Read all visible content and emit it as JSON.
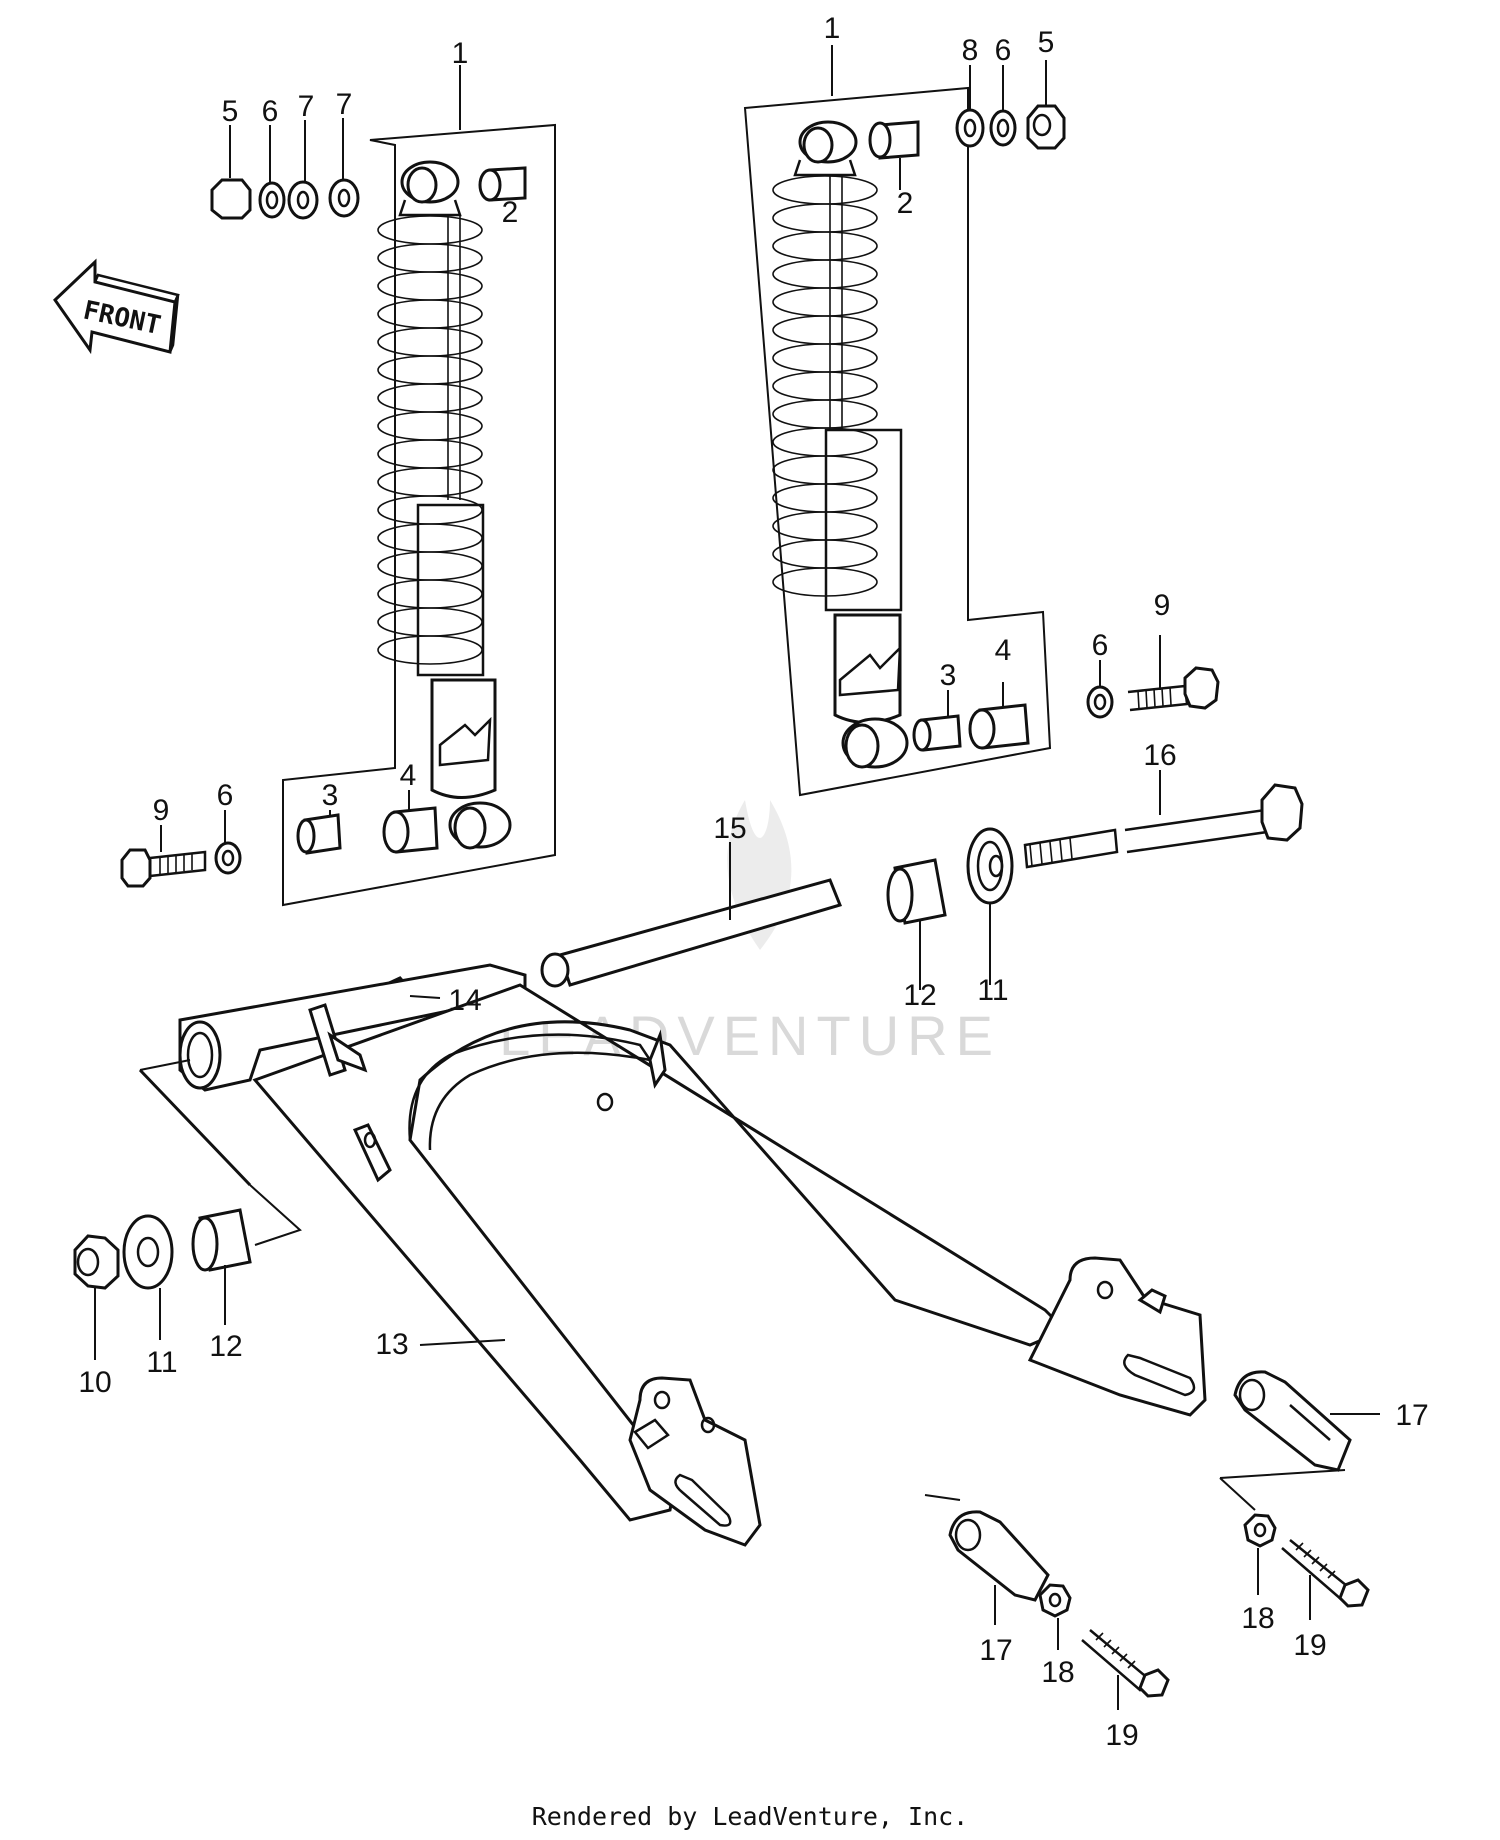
{
  "diagram": {
    "front_label": "FRONT",
    "watermark": "LEADVENTURE",
    "footer": "Rendered by LeadVenture, Inc.",
    "callouts": {
      "left_shock_1": "1",
      "left_shock_2": "2",
      "left_shock_3": "3",
      "left_shock_4": "4",
      "left_5": "5",
      "left_6": "6",
      "left_7a": "7",
      "left_7b": "7",
      "left_9": "9",
      "left_6b": "6",
      "right_shock_1": "1",
      "right_shock_2": "2",
      "right_shock_3": "3",
      "right_shock_4": "4",
      "right_8": "8",
      "right_6": "6",
      "right_5": "5",
      "right_6b": "6",
      "right_9": "9",
      "grease_14": "14",
      "pipe_15": "15",
      "bolt_16": "16",
      "bush_12r": "12",
      "washer_11r": "11",
      "nut_10": "10",
      "washer_11l": "11",
      "bush_12l": "12",
      "swingarm_13": "13",
      "adj_17r": "17",
      "adj_17l": "17",
      "nut_18l": "18",
      "bolt_19l": "19",
      "nut_18r": "18",
      "bolt_19r": "19"
    }
  }
}
